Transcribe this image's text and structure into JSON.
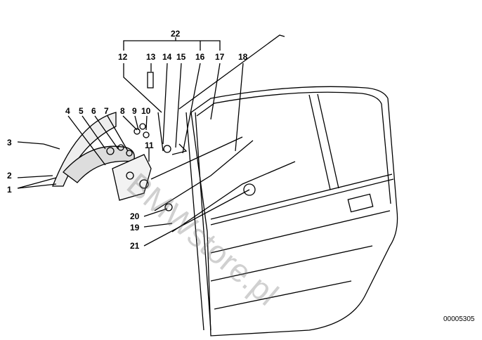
{
  "diagram": {
    "part_labels": [
      "1",
      "2",
      "3",
      "4",
      "5",
      "6",
      "7",
      "8",
      "9",
      "10",
      "11",
      "12",
      "13",
      "14",
      "15",
      "16",
      "17",
      "18",
      "19",
      "20",
      "21",
      "22"
    ],
    "watermark": "BMWstore.pl",
    "diagram_code": "00005305"
  }
}
